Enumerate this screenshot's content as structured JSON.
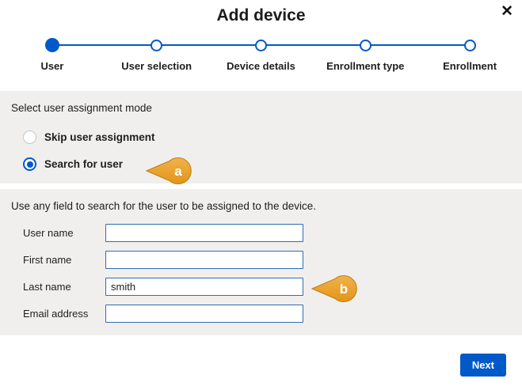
{
  "dialog": {
    "title": "Add device",
    "close_icon": "✕"
  },
  "stepper": {
    "steps": [
      {
        "label": "User",
        "state": "active"
      },
      {
        "label": "User selection",
        "state": "upcoming"
      },
      {
        "label": "Device details",
        "state": "upcoming"
      },
      {
        "label": "Enrollment type",
        "state": "upcoming"
      },
      {
        "label": "Enrollment",
        "state": "upcoming"
      }
    ]
  },
  "assignment": {
    "heading": "Select user assignment mode",
    "options": [
      {
        "label": "Skip user assignment",
        "selected": false
      },
      {
        "label": "Search for user",
        "selected": true
      }
    ]
  },
  "search": {
    "heading": "Use any field to search for the user to be assigned to the device.",
    "fields": [
      {
        "label": "User name",
        "value": ""
      },
      {
        "label": "First name",
        "value": ""
      },
      {
        "label": "Last name",
        "value": "smith"
      },
      {
        "label": "Email address",
        "value": ""
      }
    ]
  },
  "callouts": [
    {
      "label": "a"
    },
    {
      "label": "b"
    }
  ],
  "footer": {
    "next_label": "Next"
  },
  "colors": {
    "accent": "#0059c8",
    "panel": "#f0efee",
    "callout_fill": "#eba43a",
    "callout_stroke": "#bb7d10",
    "input_border": "#2f6eb2"
  }
}
